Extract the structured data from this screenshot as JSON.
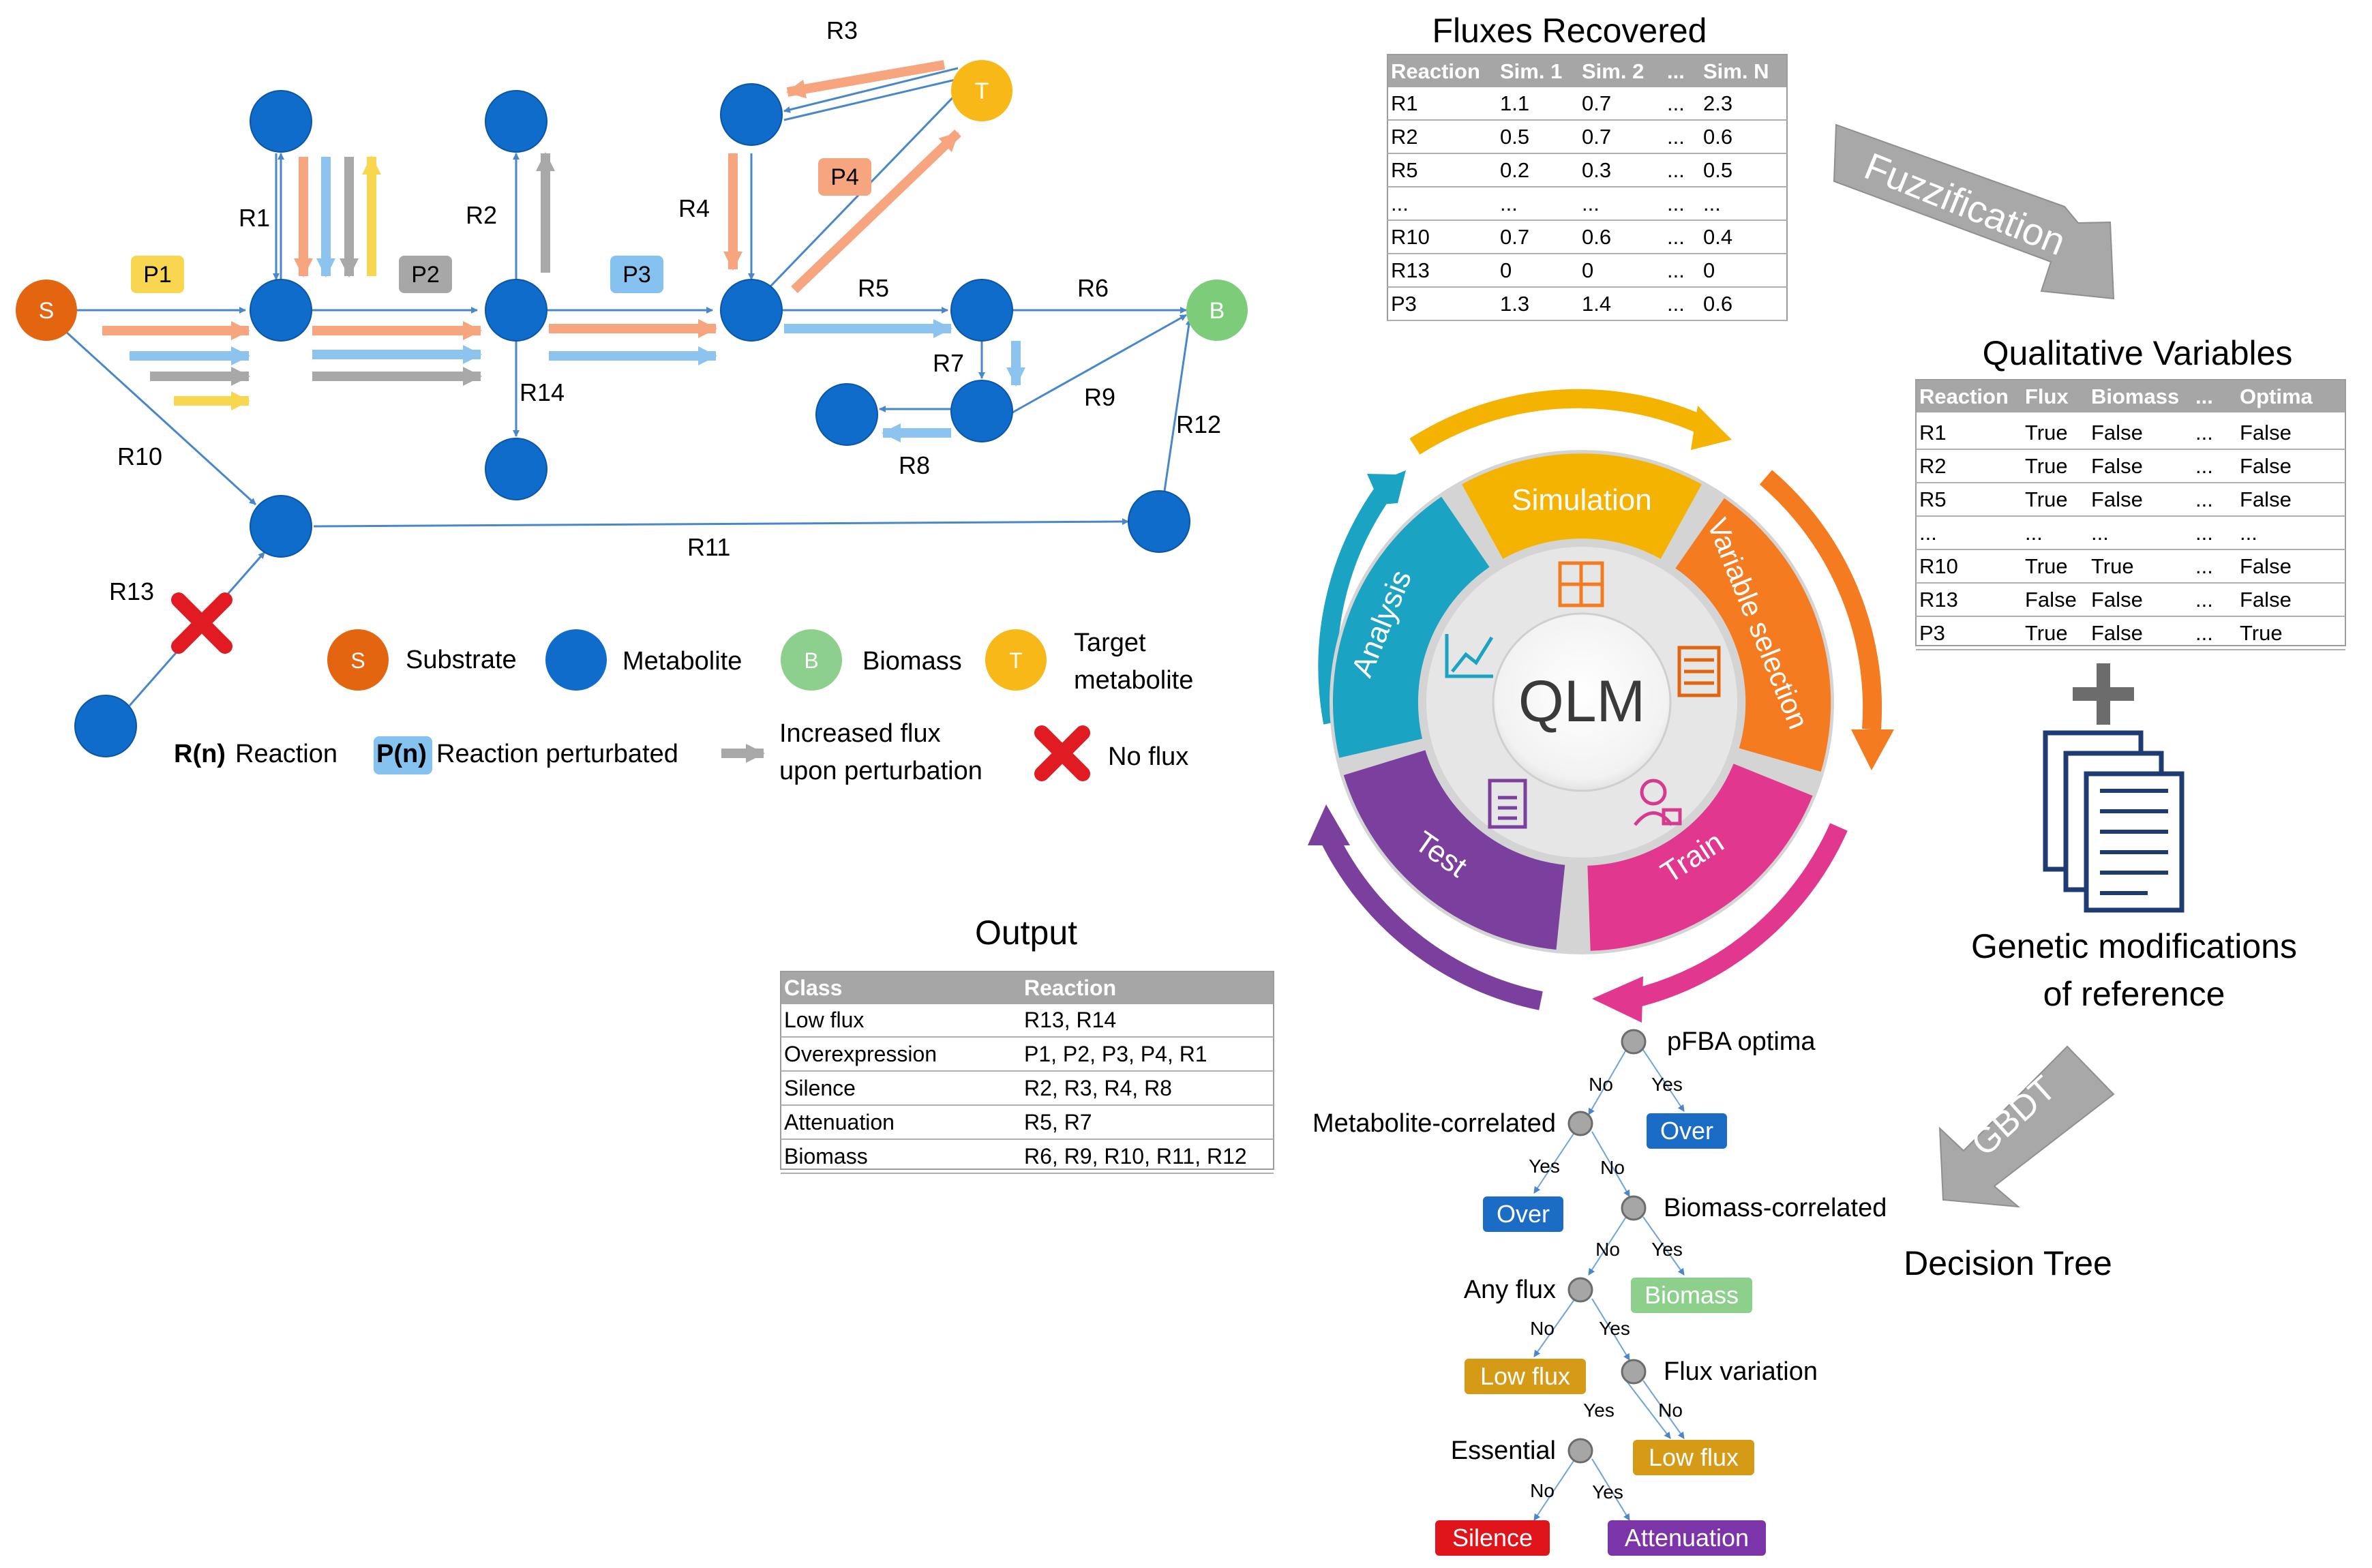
{
  "network": {
    "reactions": [
      "R1",
      "R2",
      "R3",
      "R4",
      "R5",
      "R6",
      "R7",
      "R8",
      "R9",
      "R10",
      "R11",
      "R12",
      "R13",
      "R14"
    ],
    "perturbations": [
      "P1",
      "P2",
      "P3",
      "P4"
    ],
    "node_letters": {
      "substrate": "S",
      "biomass": "B",
      "target": "T"
    }
  },
  "legend": {
    "substrate": "Substrate",
    "metabolite": "Metabolite",
    "biomass": "Biomass",
    "target_line1": "Target",
    "target_line2": "metabolite",
    "reaction_key": "R(n)",
    "reaction_label": "Reaction",
    "perturbed_key": "P(n)",
    "perturbed_label": "Reaction perturbated",
    "increased_line1": "Increased flux",
    "increased_line2": "upon perturbation",
    "noflux": "No flux"
  },
  "fluxes": {
    "title": "Fluxes Recovered",
    "headers": [
      "Reaction",
      "Sim. 1",
      "Sim. 2",
      "...",
      "Sim. N"
    ],
    "rows": [
      [
        "R1",
        "1.1",
        "0.7",
        "...",
        "2.3"
      ],
      [
        "R2",
        "0.5",
        "0.7",
        "...",
        "0.6"
      ],
      [
        "R5",
        "0.2",
        "0.3",
        "...",
        "0.5"
      ],
      [
        "...",
        "...",
        "...",
        "...",
        "..."
      ],
      [
        "R10",
        "0.7",
        "0.6",
        "...",
        "0.4"
      ],
      [
        "R13",
        "0",
        "0",
        "...",
        "0"
      ],
      [
        "P3",
        "1.3",
        "1.4",
        "...",
        "0.6"
      ]
    ]
  },
  "fuzzification": "Fuzzification",
  "qualitative": {
    "title": "Qualitative Variables",
    "headers": [
      "Reaction",
      "Flux",
      "Biomass",
      "...",
      "Optima"
    ],
    "rows": [
      [
        "R1",
        "True",
        "False",
        "...",
        "False"
      ],
      [
        "R2",
        "True",
        "False",
        "...",
        "False"
      ],
      [
        "R5",
        "True",
        "False",
        "...",
        "False"
      ],
      [
        "...",
        "...",
        "...",
        "...",
        "..."
      ],
      [
        "R10",
        "True",
        "True",
        "...",
        "False"
      ],
      [
        "R13",
        "False",
        "False",
        "...",
        "False"
      ],
      [
        "P3",
        "True",
        "False",
        "...",
        "True"
      ]
    ]
  },
  "genetic": {
    "line1": "Genetic modifications",
    "line2": "of reference"
  },
  "gbdt": "GBDT",
  "decision_tree_label": "Decision Tree",
  "cycle": {
    "center": "QLM",
    "segments": [
      "Simulation",
      "Variable selection",
      "Train",
      "Test",
      "Analysis"
    ],
    "colors": {
      "simulation": "#f5b301",
      "variable": "#f47b20",
      "train": "#e2378f",
      "test": "#7b3f9e",
      "analysis": "#1aa3c2"
    }
  },
  "output": {
    "title": "Output",
    "headers": [
      "Class",
      "Reaction"
    ],
    "rows": [
      [
        "Low flux",
        "R13, R14"
      ],
      [
        "Overexpression",
        "P1, P2, P3, P4, R1"
      ],
      [
        "Silence",
        "R2, R3, R4, R8"
      ],
      [
        "Attenuation",
        "R5, R7"
      ],
      [
        "Biomass",
        "R6, R9, R10, R11, R12"
      ]
    ]
  },
  "tree": {
    "nodes": {
      "n1": "pFBA optima",
      "n2": "Metabolite-correlated",
      "n3": "Biomass-correlated",
      "n4": "Any flux",
      "n5": "Flux variation",
      "n6": "Essential"
    },
    "leaves": {
      "over1": "Over",
      "over2": "Over",
      "biomass": "Biomass",
      "lowflux1": "Low flux",
      "lowflux2": "Low flux",
      "silence": "Silence",
      "attenuation": "Attenuation"
    },
    "yes": "Yes",
    "no": "No"
  },
  "colors": {
    "metabolite": "#0f6ccb",
    "substrate": "#e3650f",
    "biomass": "#7dcc7a",
    "target": "#f8b818",
    "p1": "#f9d64f",
    "p2": "#a7a7a7",
    "p3": "#86c2ef",
    "p4": "#f6a57f",
    "arrow_orange": "#f6a57f",
    "arrow_blue": "#8dc3ef",
    "arrow_gray": "#a8a8a8",
    "arrow_yellow": "#f9d64f",
    "leaf_over": "#1b6cc4",
    "leaf_biomass": "#8cd08c",
    "leaf_lowflux": "#d59a16",
    "leaf_silence": "#e0141b",
    "leaf_attenuation": "#7c35a8"
  }
}
